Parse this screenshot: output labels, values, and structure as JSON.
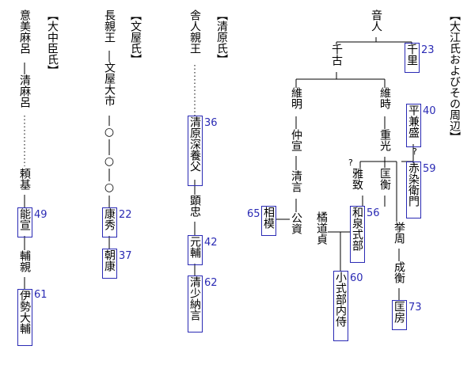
{
  "nodes": [
    {
      "id": "title",
      "text": "【大江氏およびその周辺】"
    },
    {
      "id": "otondo",
      "text": "音人"
    },
    {
      "id": "chisato",
      "text": "千里",
      "boxed": true,
      "num": "23"
    },
    {
      "id": "chifuru",
      "text": "千古"
    },
    {
      "id": "koremasa",
      "text": "維明"
    },
    {
      "id": "koretoki",
      "text": "維時"
    },
    {
      "id": "nakanori",
      "text": "仲宣"
    },
    {
      "id": "shigemitsu",
      "text": "重光"
    },
    {
      "id": "kiyonobu",
      "text": "清言"
    },
    {
      "id": "kinyori",
      "text": "公資"
    },
    {
      "id": "sagami",
      "text": "相模",
      "boxed": true,
      "num": "65"
    },
    {
      "id": "masamune",
      "text": "雅致"
    },
    {
      "id": "masahira",
      "text": "匡衡"
    },
    {
      "id": "izumishikibu",
      "text": "和泉式部",
      "boxed": true,
      "num": "56"
    },
    {
      "id": "tachibana",
      "text": "橘道貞"
    },
    {
      "id": "koshikibu",
      "text": "小式部内侍",
      "boxed": true,
      "num": "60"
    },
    {
      "id": "taira",
      "text": "平兼盛",
      "boxed": true,
      "num": "40"
    },
    {
      "id": "akazome",
      "text": "赤染衛門",
      "boxed": true,
      "num": "59"
    },
    {
      "id": "takachika",
      "text": "挙周"
    },
    {
      "id": "narihira",
      "text": "成衡"
    },
    {
      "id": "kunifusa",
      "text": "匡房",
      "boxed": true,
      "num": "73"
    },
    {
      "id": "kiyohara",
      "text": "【清原氏】"
    },
    {
      "id": "toneri",
      "text": "舎人親王"
    },
    {
      "id": "fukayabu",
      "text": "清原深養父",
      "boxed": true,
      "num": "36"
    },
    {
      "id": "akitada",
      "text": "顕忠"
    },
    {
      "id": "motosuke",
      "text": "元輔",
      "boxed": true,
      "num": "42"
    },
    {
      "id": "seisho",
      "text": "清少納言",
      "boxed": true,
      "num": "62"
    },
    {
      "id": "funya",
      "text": "【文屋氏】"
    },
    {
      "id": "naga",
      "text": "長親王"
    },
    {
      "id": "ochi",
      "text": "文屋大市"
    },
    {
      "id": "circ1",
      "text": "○"
    },
    {
      "id": "circ2",
      "text": "○"
    },
    {
      "id": "circ3",
      "text": "○"
    },
    {
      "id": "yasuhide",
      "text": "康秀",
      "boxed": true,
      "num": "22"
    },
    {
      "id": "asayasu",
      "text": "朝康",
      "boxed": true,
      "num": "37"
    },
    {
      "id": "onakatomi",
      "text": "【大中臣氏】"
    },
    {
      "id": "omimaro",
      "text": "意美麻呂"
    },
    {
      "id": "kiyomaro",
      "text": "清麻呂"
    },
    {
      "id": "yorimoto",
      "text": "頼基"
    },
    {
      "id": "yoshinobu",
      "text": "能宣",
      "boxed": true,
      "num": "49"
    },
    {
      "id": "sukechika",
      "text": "輔親"
    },
    {
      "id": "ise",
      "text": "伊勢大輔",
      "boxed": true,
      "num": "61"
    }
  ],
  "marks": [
    {
      "id": "q1",
      "text": "?"
    },
    {
      "id": "q2",
      "text": "?"
    }
  ]
}
